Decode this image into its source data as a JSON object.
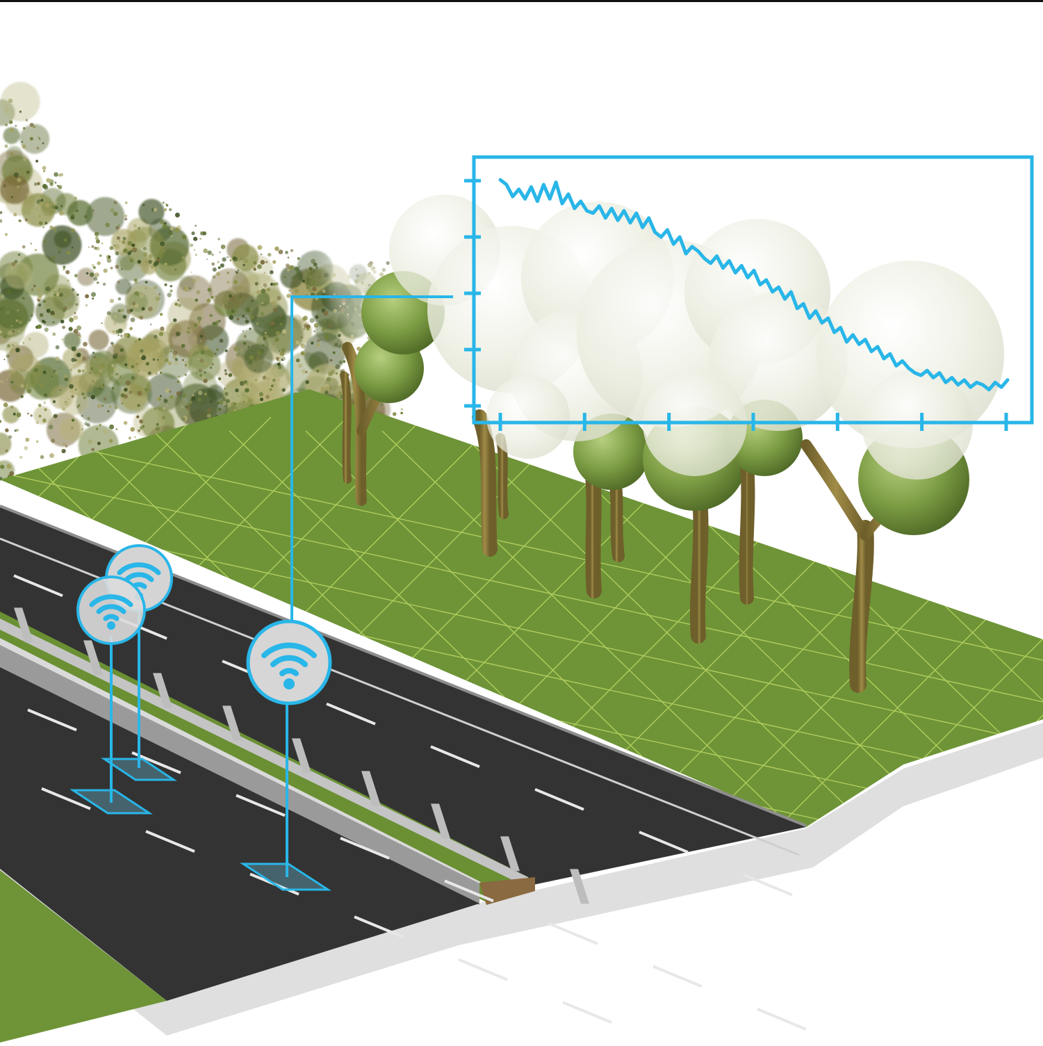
{
  "scene": {
    "subject": "roadside-vegetation-monitoring",
    "colors": {
      "accent": "#29B6E8",
      "accent_fill": "#6FD3F3",
      "road": "#333333",
      "road_edge": "#2a2a2a",
      "lane_marking": "#e8e8e8",
      "verge": "#6E9437",
      "verge_dark": "#5A7A2C",
      "mesh_lines": "#C8E06B",
      "tree_crown": "#87A84E",
      "tree_trunk": "#8C7A3C",
      "barrier": "#9A9A9A",
      "ghost_crown": "#EEF0E4",
      "sensor_badge": "#D6D6D6",
      "foliage_a": "#566B30",
      "foliage_b": "#8A8F48",
      "foliage_c": "#3F5226",
      "foliage_d": "#A5A060"
    },
    "icons": {
      "sensor": "wifi-icon",
      "ground_marker": "ground-marker-icon"
    },
    "sensor_count": 3
  },
  "chart_data": {
    "type": "line",
    "title": "",
    "xlabel": "",
    "ylabel": "",
    "x_ticks": 7,
    "y_ticks": 5,
    "grid": false,
    "legend": "none",
    "xlim": [
      0,
      120
    ],
    "ylim": [
      0,
      100
    ],
    "series": [
      {
        "values": [
          96,
          94,
          89,
          92,
          88,
          93,
          87,
          94,
          88,
          95,
          86,
          90,
          84,
          87,
          83,
          82,
          85,
          80,
          84,
          79,
          83,
          78,
          82,
          76,
          80,
          74,
          72,
          75,
          69,
          72,
          65,
          68,
          66,
          63,
          61,
          64,
          59,
          62,
          57,
          60,
          55,
          58,
          52,
          54,
          49,
          51,
          46,
          49,
          42,
          44,
          38,
          41,
          36,
          38,
          32,
          34,
          28,
          31,
          27,
          29,
          24,
          26,
          21,
          23,
          18,
          20,
          17,
          15,
          14,
          16,
          13,
          15,
          11,
          13,
          10,
          12,
          9,
          11,
          10,
          8,
          11,
          9,
          12
        ]
      }
    ]
  }
}
